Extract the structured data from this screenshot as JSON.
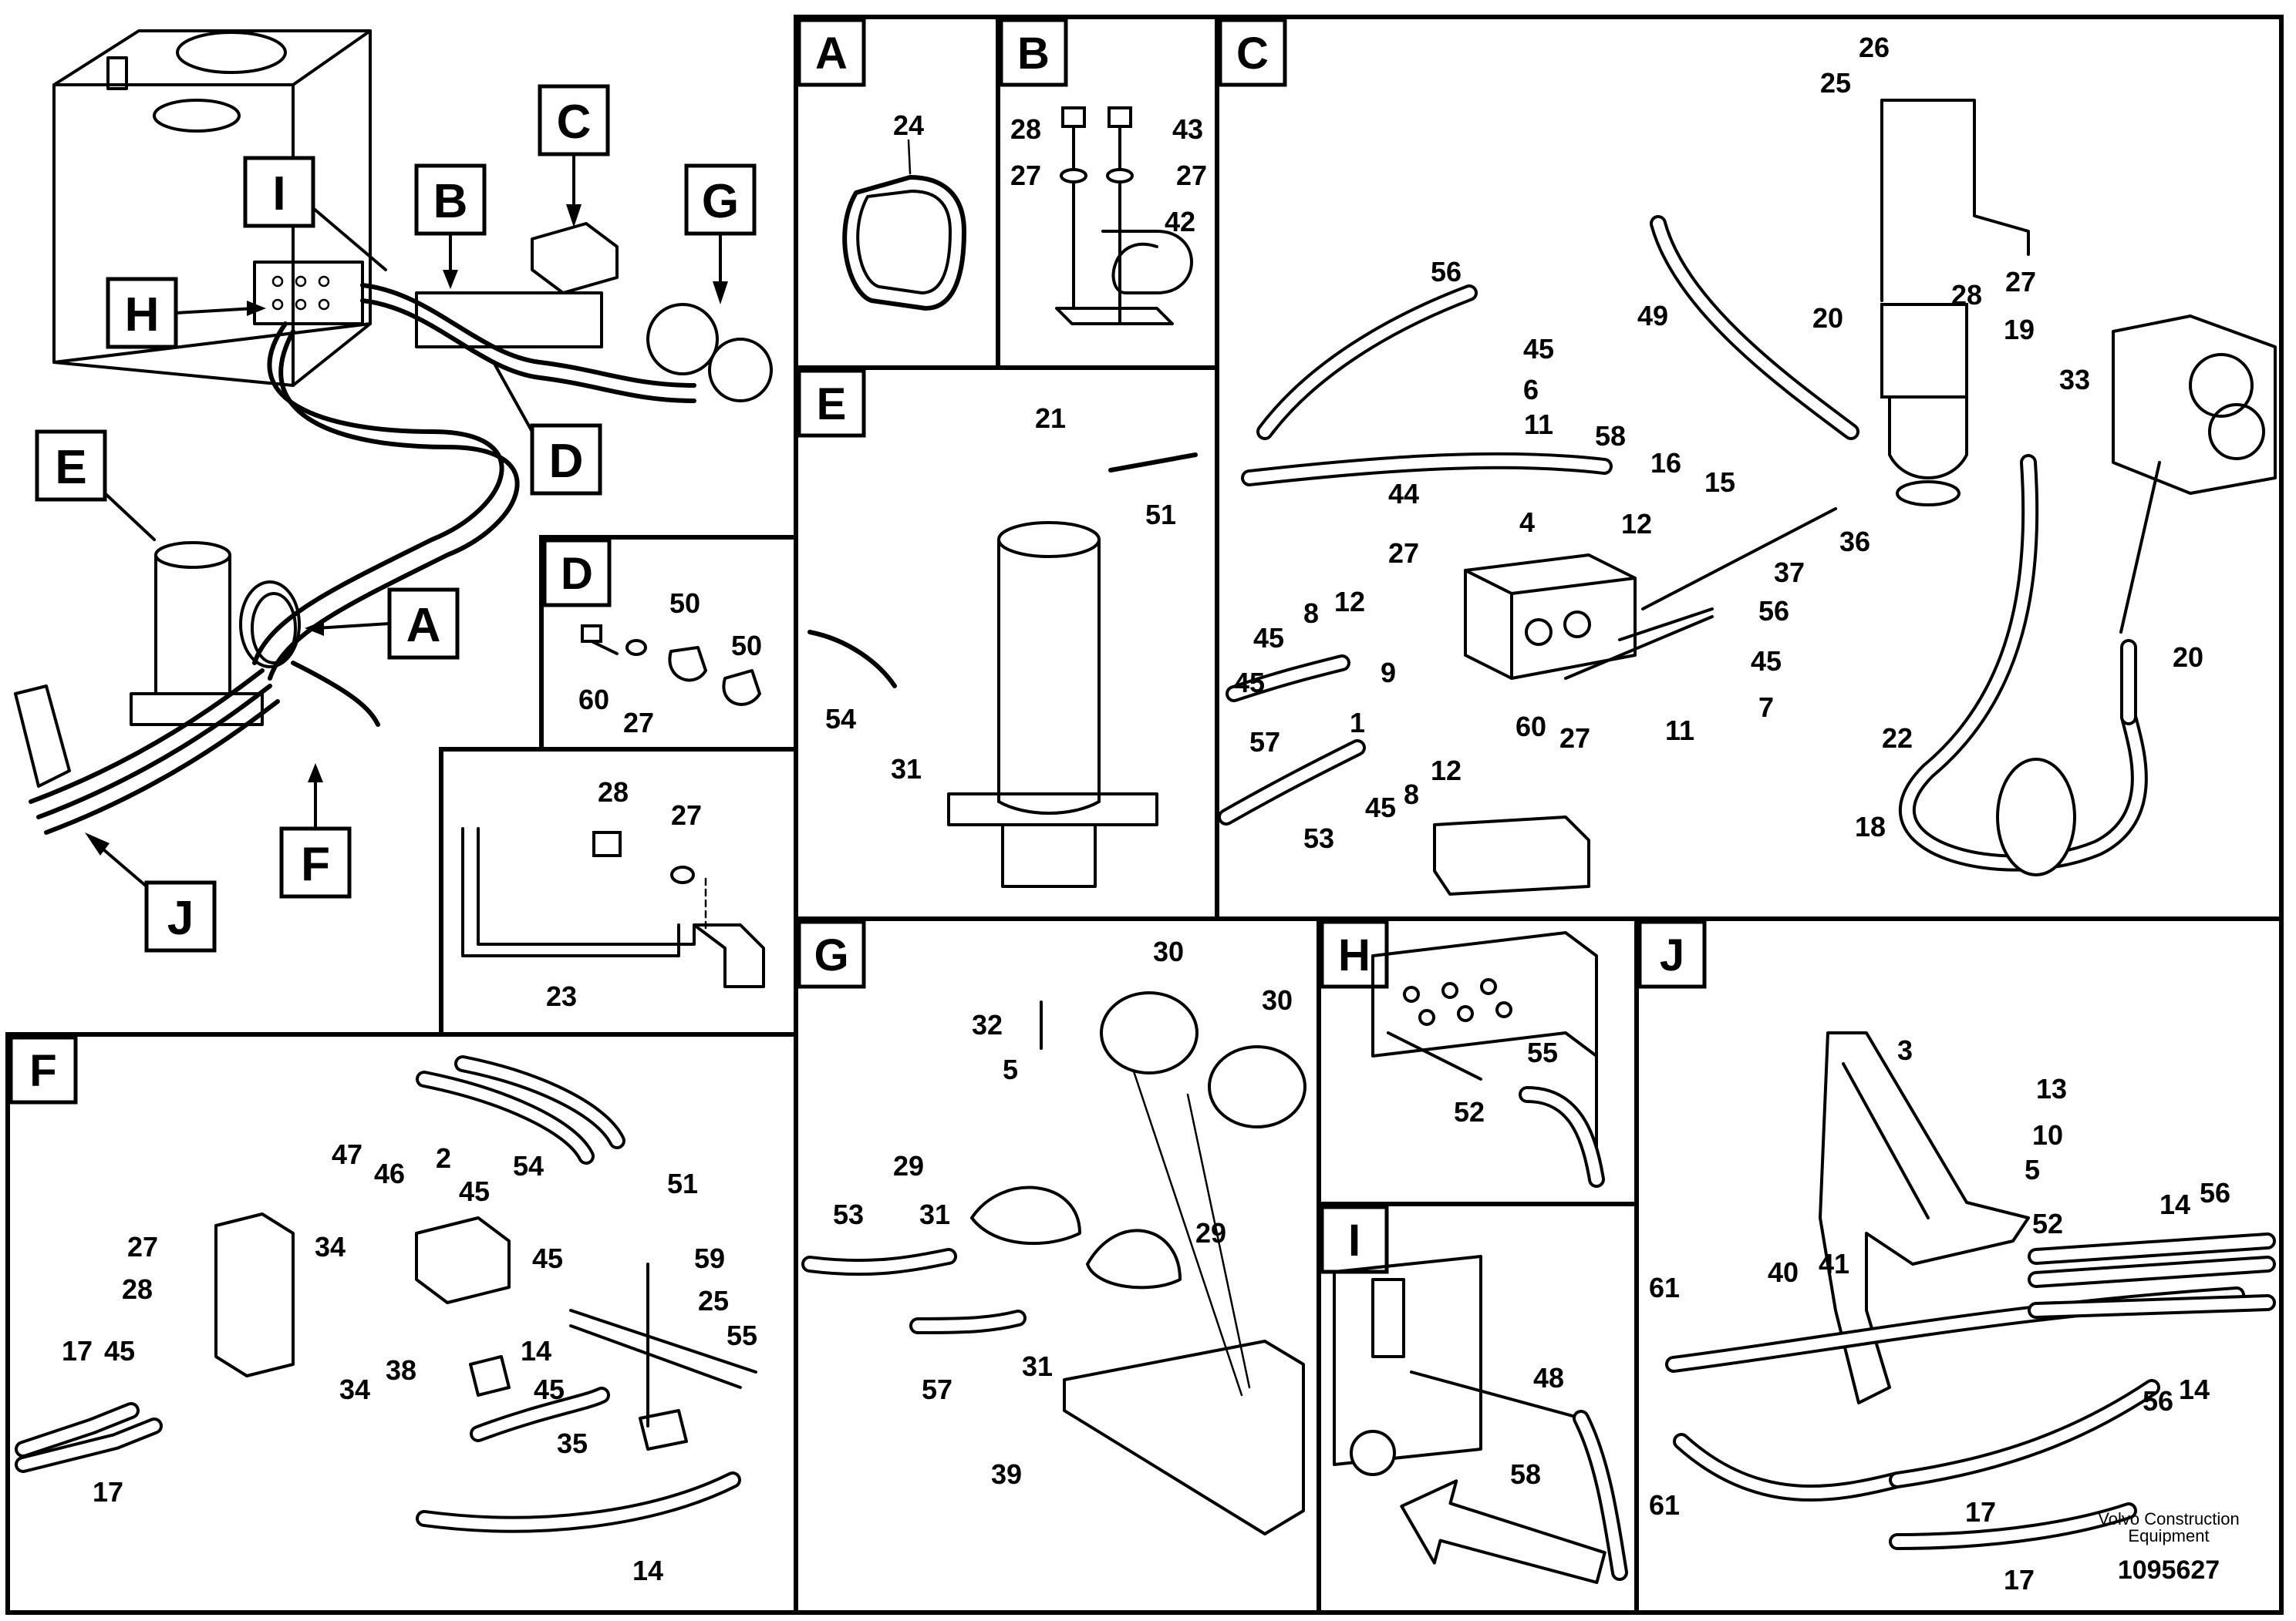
{
  "panels": {
    "A": {
      "letter": "A",
      "labels": [
        "24"
      ]
    },
    "B": {
      "letter": "B",
      "labels": [
        "28",
        "43",
        "27",
        "27",
        "42"
      ]
    },
    "C": {
      "letter": "C",
      "labels": [
        "26",
        "25",
        "27",
        "28",
        "19",
        "33",
        "20",
        "56",
        "49",
        "45",
        "6",
        "11",
        "58",
        "16",
        "15",
        "36",
        "44",
        "4",
        "12",
        "37",
        "27",
        "8",
        "12",
        "56",
        "45",
        "45",
        "9",
        "45",
        "7",
        "11",
        "57",
        "1",
        "60",
        "27",
        "12",
        "8",
        "45",
        "53",
        "20",
        "22",
        "18"
      ]
    },
    "D": {
      "letter": "D",
      "labels": [
        "50",
        "50",
        "60",
        "27"
      ]
    },
    "E": {
      "letter": "E",
      "labels": [
        "21",
        "51",
        "54",
        "31"
      ]
    },
    "overview_23": {
      "labels": [
        "28",
        "27",
        "23"
      ]
    },
    "F": {
      "letter": "F",
      "labels": [
        "47",
        "46",
        "2",
        "54",
        "51",
        "45",
        "27",
        "34",
        "45",
        "59",
        "28",
        "25",
        "17",
        "45",
        "55",
        "14",
        "38",
        "34",
        "45",
        "35",
        "17",
        "14"
      ]
    },
    "G": {
      "letter": "G",
      "labels": [
        "30",
        "30",
        "32",
        "5",
        "29",
        "31",
        "53",
        "29",
        "57",
        "31",
        "39"
      ]
    },
    "H": {
      "letter": "H",
      "labels": [
        "55",
        "52"
      ]
    },
    "I": {
      "letter": "I",
      "labels": [
        "48",
        "58"
      ]
    },
    "J": {
      "letter": "J",
      "labels": [
        "3",
        "13",
        "10",
        "5",
        "52",
        "14",
        "56",
        "40",
        "41",
        "61",
        "56",
        "14",
        "61",
        "17",
        "17"
      ]
    }
  },
  "overview_callouts": [
    "A",
    "B",
    "C",
    "D",
    "E",
    "F",
    "G",
    "H",
    "I",
    "J"
  ],
  "footer": {
    "company": "Volvo Construction",
    "company2": "Equipment",
    "code": "1095627"
  }
}
